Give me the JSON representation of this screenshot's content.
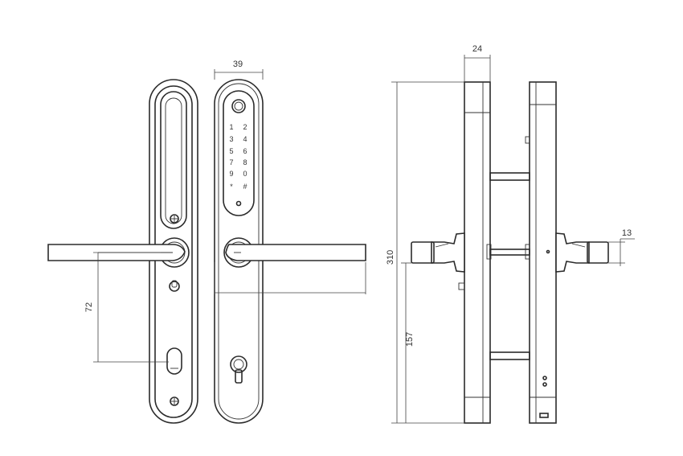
{
  "dimensions": {
    "front_width": "39",
    "side_depth": "24",
    "total_height": "310",
    "lower_height": "157",
    "handle_to_cylinder": "72",
    "spindle": "13"
  },
  "keypad": {
    "keys": [
      "1",
      "2",
      "3",
      "4",
      "5",
      "6",
      "7",
      "8",
      "9",
      "0",
      "*",
      "#"
    ]
  }
}
